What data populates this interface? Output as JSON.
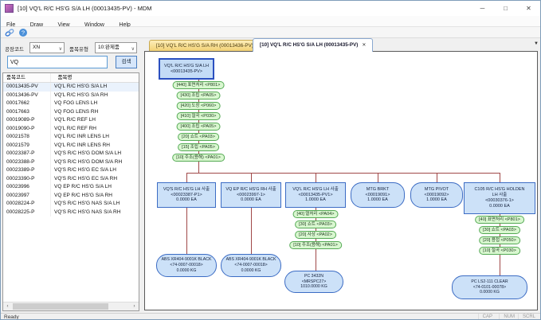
{
  "window": {
    "title": "[10] VQ'L R/C HS'G S/A LH (00013435-PV) - MDM",
    "minimize": "─",
    "maximize": "□",
    "close": "✕"
  },
  "menu": {
    "items": [
      "File",
      "Draw",
      "View",
      "Window",
      "Help"
    ]
  },
  "toolbar": {
    "icons": [
      "link-icon",
      "help-icon"
    ]
  },
  "left_panel": {
    "factory_label": "공장코드",
    "factory_value": "XN",
    "type_label": "품목유형",
    "type_value": "10:완제품",
    "combo_arrow": "∨",
    "search_value": "VQ",
    "search_button": "검색",
    "columns": {
      "code": "품목코드",
      "name": "품목명"
    },
    "items": [
      {
        "code": "00013435-PV",
        "name": "VQ'L R/C HS'G S/A LH"
      },
      {
        "code": "00013436-PV",
        "name": "VQ'L R/C HS'G S/A RH"
      },
      {
        "code": "00017662",
        "name": "VQ FOG LENS  LH"
      },
      {
        "code": "00017663",
        "name": "VQ FOG LENS  RH"
      },
      {
        "code": "00019089-P",
        "name": "VQ'L R/C REF LH"
      },
      {
        "code": "00019090-P",
        "name": "VQ'L R/C REF RH"
      },
      {
        "code": "00021578",
        "name": "VQ'L R/C INR LENS LH"
      },
      {
        "code": "00021579",
        "name": "VQ'L R/C INR LENS RH"
      },
      {
        "code": "00023387-P",
        "name": "VQ'S R/C HS'G DOM S/A LH"
      },
      {
        "code": "00023388-P",
        "name": "VQ'S R/C HS'G DOM S/A RH"
      },
      {
        "code": "00023389-P",
        "name": "VQ'S R/C HS'G EC S/A LH"
      },
      {
        "code": "00023390-P",
        "name": "VQ'S R/C HS'G EC S/A RH"
      },
      {
        "code": "00023996",
        "name": "VQ EP R/C HS'G S/A LH"
      },
      {
        "code": "00023997",
        "name": "VQ EP R/C HS'G S/A RH"
      },
      {
        "code": "00028224-P",
        "name": "VQ'S R/C HS'G NAS S/A LH"
      },
      {
        "code": "00028225-P",
        "name": "VQ'S R/C HS'G NAS S/A RH"
      }
    ]
  },
  "tabs": {
    "inactive": "[10] VQ'L R/C HS'G S/A RH (00013436-PV)",
    "active": "[10] VQ'L R/C HS'G S/A LH (00013435-PV)",
    "close": "✕",
    "overflow": "▼"
  },
  "tree": {
    "root": {
      "lines": [
        "VQ'L R/C HS'G S/A LH",
        "<00013435-PV>"
      ]
    },
    "root_ops": [
      "[440] 표면처리 <P801>",
      "[430] 조립 <PA05>",
      "[420] 도장 <P060>",
      "[410] 절곡 <P030>",
      "[400] 조립 <PA05>",
      "[20] 쇼트 <PA03>",
      "[15] 조립 <PA05>",
      "[10] 주조(용해) <PA01>"
    ],
    "children": [
      {
        "shape": "rect",
        "lines": [
          "VQ'S R/C HS'G LH 사출",
          "<00023387-P1>",
          "0.0000 EA"
        ],
        "leaf": {
          "lines": [
            "ABS XR404-9001K BLACK",
            "<74-0007-00018>",
            "0.0000 KG"
          ]
        }
      },
      {
        "shape": "rect",
        "lines": [
          "VQ EP R/C HS'G RH 사출",
          "<00023997-1>",
          "0.0000 EA"
        ],
        "leaf": {
          "lines": [
            "ABS XR404-9001K BLACK",
            "<74-0007-00018>",
            "0.0000 KG"
          ]
        }
      },
      {
        "shape": "rect",
        "lines": [
          "VQ'L R/C HS'G LH 사출",
          "<00013435-PV1>",
          "1.0000 EA"
        ],
        "ops": [
          "[40] 열처리 <PA04>",
          "[30] 쇼트 <PA03>",
          "[20] 사상 <PA02>",
          "[10] 주조(용해) <PA01>"
        ],
        "leaf": {
          "lines": [
            "PC 3432N",
            "<MRSPC27>",
            "1010.0000 KG"
          ]
        }
      },
      {
        "shape": "stadium",
        "lines": [
          "MTG BRKT",
          "<00019091>",
          "1.0000 EA"
        ]
      },
      {
        "shape": "stadium",
        "lines": [
          "MTG PIVOT",
          "<00019092>",
          "1.0000 EA"
        ]
      },
      {
        "shape": "rect",
        "lines": [
          "C105 R/C HS'G HOLDEN",
          "LH 사출",
          "<00030376-1>",
          "0.0000 EA"
        ],
        "ops": [
          "[40] 표면처리 <P801>",
          "[30] 쇼트 <PA03>",
          "[20] 용접 <P050>",
          "[10] 절곡 <P030>"
        ],
        "leaf": {
          "lines": [
            "PC LS2-111 CLEAR",
            "<74-0101-00078>",
            "0.0000 KG"
          ]
        }
      }
    ]
  },
  "status": {
    "ready": "Ready",
    "cap": "CAP",
    "num": "NUM",
    "scrl": "SCRL"
  },
  "colors": {
    "node_fill": "#cce1f8",
    "node_border": "#3c6cc4",
    "op_fill": "#d9f7d0",
    "op_border": "#55aa55",
    "connector": "#a04848",
    "tab_inactive": "#f2d174",
    "search_button": "#d6e6fa"
  }
}
